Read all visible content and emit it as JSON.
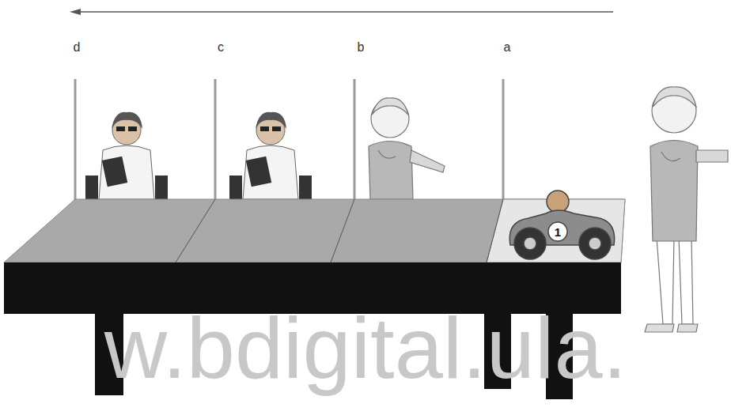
{
  "diagram": {
    "labels": [
      "d",
      "c",
      "b",
      "a",
      "1",
      "w.bdigital.ula."
    ]
  }
}
